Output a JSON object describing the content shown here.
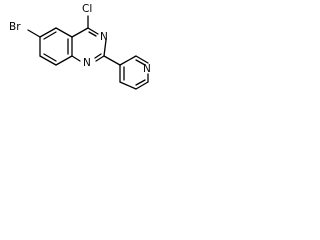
{
  "structure": {
    "atoms": {
      "bromine": "Br",
      "chlorine": "Cl",
      "quinazoline_n1": "N",
      "quinazoline_n3": "N",
      "pyridine_n": "N"
    }
  }
}
